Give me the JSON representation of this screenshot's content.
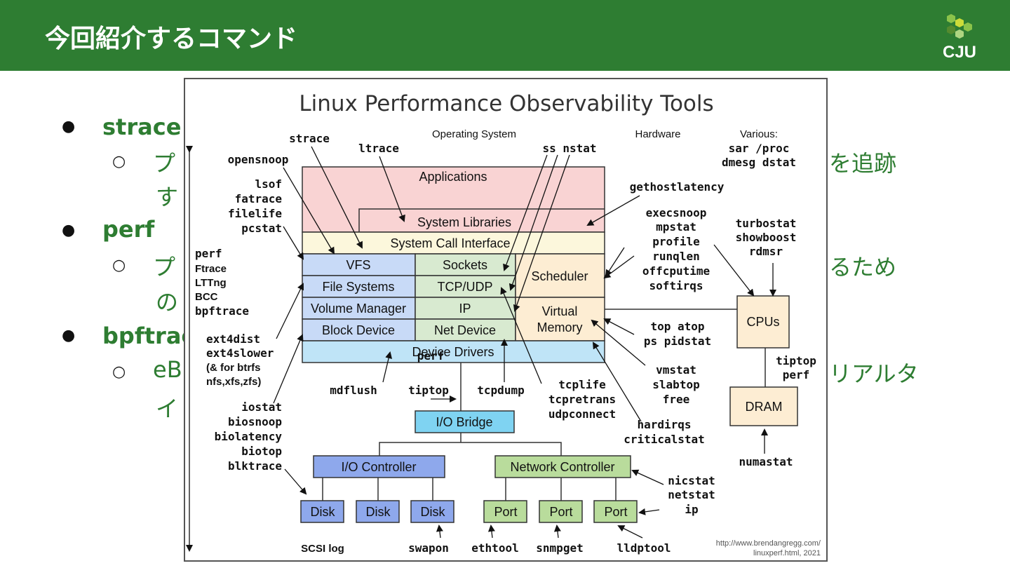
{
  "slide": {
    "title": "今回紹介するコマンド",
    "logo_text": "CJU",
    "bullets": [
      {
        "marker": "●",
        "text": "strace"
      },
      {
        "marker": "○",
        "text": "プ"
      },
      {
        "marker": "",
        "text": "す"
      },
      {
        "marker": "●",
        "text": "perf"
      },
      {
        "marker": "○",
        "text": "プ"
      },
      {
        "marker": "",
        "text": "の"
      },
      {
        "marker": "●",
        "text": "bpftrac"
      },
      {
        "marker": "○",
        "text": "eB"
      },
      {
        "marker": "",
        "text": "イ"
      }
    ],
    "right_fragments": [
      "を追跡",
      "るため",
      "リアルタ"
    ]
  },
  "diagram": {
    "title": "Linux Performance Observability Tools",
    "section_labels": {
      "os": "Operating System",
      "hw": "Hardware",
      "various": "Various:"
    },
    "various_tools": [
      "sar /proc",
      "dmesg dstat"
    ],
    "boxes": {
      "applications": "Applications",
      "system_libraries": "System Libraries",
      "syscall_interface": "System Call Interface",
      "vfs": "VFS",
      "file_systems": "File Systems",
      "volume_manager": "Volume Manager",
      "block_device": "Block Device",
      "sockets": "Sockets",
      "tcp_udp": "TCP/UDP",
      "ip": "IP",
      "net_device": "Net Device",
      "scheduler": "Scheduler",
      "virtual_memory": [
        "Virtual",
        "Memory"
      ],
      "device_drivers": "Device Drivers",
      "io_bridge": "I/O Bridge",
      "io_controller": "I/O Controller",
      "network_controller": "Network Controller",
      "disk": "Disk",
      "port": "Port",
      "cpus": "CPUs",
      "dram": "DRAM"
    },
    "tools": {
      "strace": "strace",
      "ltrace": "ltrace",
      "ss_nstat": "ss nstat",
      "opensnoop": "opensnoop",
      "lsof_group": [
        "lsof",
        "fatrace",
        "filelife",
        "pcstat"
      ],
      "gethostlatency": "gethostlatency",
      "exec_group": [
        "execsnoop",
        "mpstat",
        "profile",
        "runqlen",
        "offcputime",
        "softirqs"
      ],
      "turbo_group": [
        "turbostat",
        "showboost",
        "rdmsr"
      ],
      "tracers": [
        "perf",
        "Ftrace",
        "LTTng",
        "BCC",
        "bpftrace"
      ],
      "ext4_group": [
        "ext4dist",
        "ext4slower",
        "(& for btrfs",
        "nfs,xfs,zfs)"
      ],
      "top_group": [
        "top atop",
        "ps pidstat"
      ],
      "vmstat_group": [
        "vmstat",
        "slabtop",
        "free"
      ],
      "hardirqs_group": [
        "hardirqs",
        "criticalstat"
      ],
      "tiptop_perf": [
        "tiptop",
        "perf"
      ],
      "perf_tiptop": [
        "perf",
        "tiptop"
      ],
      "mdflush": "mdflush",
      "tcpdump": "tcpdump",
      "tcplife_group": [
        "tcplife",
        "tcpretrans",
        "udpconnect"
      ],
      "io_group": [
        "iostat",
        "biosnoop",
        "biolatency",
        "biotop",
        "blktrace"
      ],
      "numastat": "numastat",
      "nic_group": [
        "nicstat",
        "netstat",
        "ip"
      ],
      "bottom": {
        "scsi": "SCSI log",
        "swapon": "swapon",
        "ethtool": "ethtool",
        "snmpget": "snmpget",
        "lldptool": "lldptool"
      }
    },
    "url": [
      "http://www.brendangregg.com/",
      "linuxperf.html, 2021"
    ],
    "colors": {
      "applications": "#f9d3d3",
      "syscall": "#fcf7dc",
      "storage": "#c8daf7",
      "network": "#d8ead0",
      "kernel": "#fdedd3",
      "drivers": "#bfe4f7",
      "io_bridge": "#7fd3f2",
      "io_controller": "#8ea8ec",
      "net_controller": "#b9dc9c"
    }
  }
}
